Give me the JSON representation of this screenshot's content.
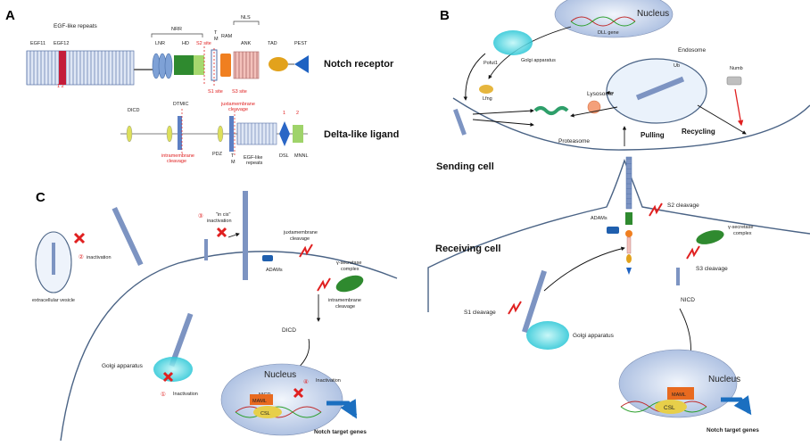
{
  "panels": {
    "a": "A",
    "b": "B",
    "c": "C"
  },
  "a": {
    "egf_repeats": "EGF-like repeats",
    "egf11": "EGF11",
    "egf12": "EGF12",
    "nrr": "NRR",
    "lnr": "LNR",
    "hd": "HD",
    "s2_site": "S2 site",
    "tm": "T\nM",
    "ram": "RAM",
    "nls": "NLS",
    "ank": "ANK",
    "tad": "TAD",
    "pest": "PEST",
    "s1_site": "S1 site",
    "s3_site": "S3 site",
    "one_two": "1 2",
    "notch_receptor": "Notch receptor",
    "dicd": "DICD",
    "dtmic": "DTMIC",
    "intramembrane_cleavage": "intramembrane\ncleavage",
    "juxtamembrane_cleavage": "juxtamembrane\ncleavage",
    "pdz": "PDZ",
    "tm2": "T\nM",
    "egf_repeats2": "EGF-like\nrepeats",
    "dsl": "DSL",
    "mnnl": "MNNL",
    "one": "1",
    "two": "2",
    "delta_like": "Delta-like ligand"
  },
  "b": {
    "nucleus": "Nucleus",
    "dll_gene": "DLL gene",
    "pofut1": "Pofut1",
    "golgi": "Golgi apparatus",
    "lfng": "Lfng",
    "endosome": "Endosome",
    "ub": "Ub",
    "numb": "Numb",
    "lysosome": "Lysosome",
    "proteasome": "Proteasome",
    "pulling": "Pulling",
    "recycling": "Recycling",
    "sending_cell": "Sending cell",
    "adams": "ADAMs",
    "s2_cleavage": "S2 cleavage",
    "gamma_secretase": "γ-secretase\ncomplex",
    "receiving_cell": "Receiving cell",
    "s3_cleavage": "S3 cleavage",
    "nicd": "NICD",
    "s1_cleavage": "S1 cleavage",
    "golgi2": "Golgi apparatus",
    "nucleus2": "Nucleus",
    "maml": "MAML",
    "csl": "CSL",
    "notch_target": "Notch target genes"
  },
  "c": {
    "in_cis": "\"in cis\"\ninactivation",
    "circ3": "③",
    "circ2": "②",
    "inactivation2": "inactivation",
    "extracellular_vesicle": "extracellular vesicle",
    "juxtamembrane": "juxtamembrane\ncleavage",
    "adams": "ADAMs",
    "gamma_secretase": "γ-secretase\ncomplex",
    "intramembrane": "intramembrane\ncleavage",
    "dicd": "DICD",
    "golgi": "Golgi apparatus",
    "circ1": "①",
    "inactivation1": "Inactivation",
    "nucleus": "Nucleus",
    "nicd": "NICD",
    "circ4": "④",
    "inactivation4": "Inactivation",
    "maml": "MAML",
    "csl": "CSL",
    "notch_target": "Notch target genes"
  }
}
